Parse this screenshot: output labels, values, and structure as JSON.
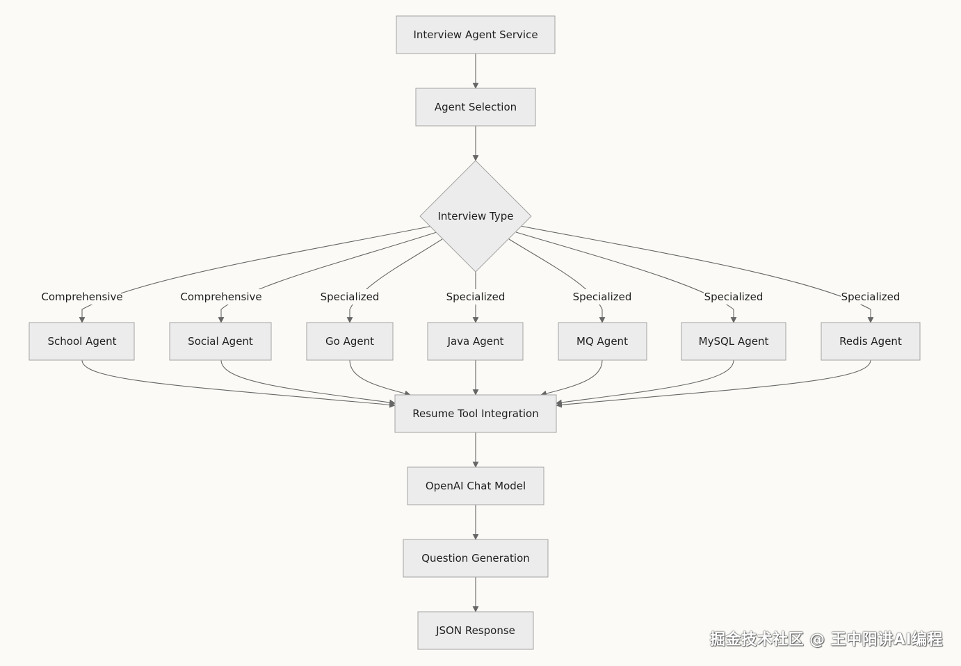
{
  "nodes": {
    "service": "Interview Agent Service",
    "selection": "Agent Selection",
    "type": "Interview Type",
    "school": "School Agent",
    "social": "Social Agent",
    "go": "Go Agent",
    "java": "Java Agent",
    "mq": "MQ Agent",
    "mysql": "MySQL Agent",
    "redis": "Redis Agent",
    "resume": "Resume Tool Integration",
    "openai": "OpenAI Chat Model",
    "question": "Question Generation",
    "json": "JSON Response"
  },
  "edge_labels": {
    "school": "Comprehensive",
    "social": "Comprehensive",
    "go": "Specialized",
    "java": "Specialized",
    "mq": "Specialized",
    "mysql": "Specialized",
    "redis": "Specialized"
  },
  "watermark": "掘金技术社区 @ 王中阳讲AI编程",
  "colors": {
    "background": "#fbfaf6",
    "node_fill": "#ececec",
    "node_stroke": "#a3a3a3",
    "edge": "#666666"
  }
}
